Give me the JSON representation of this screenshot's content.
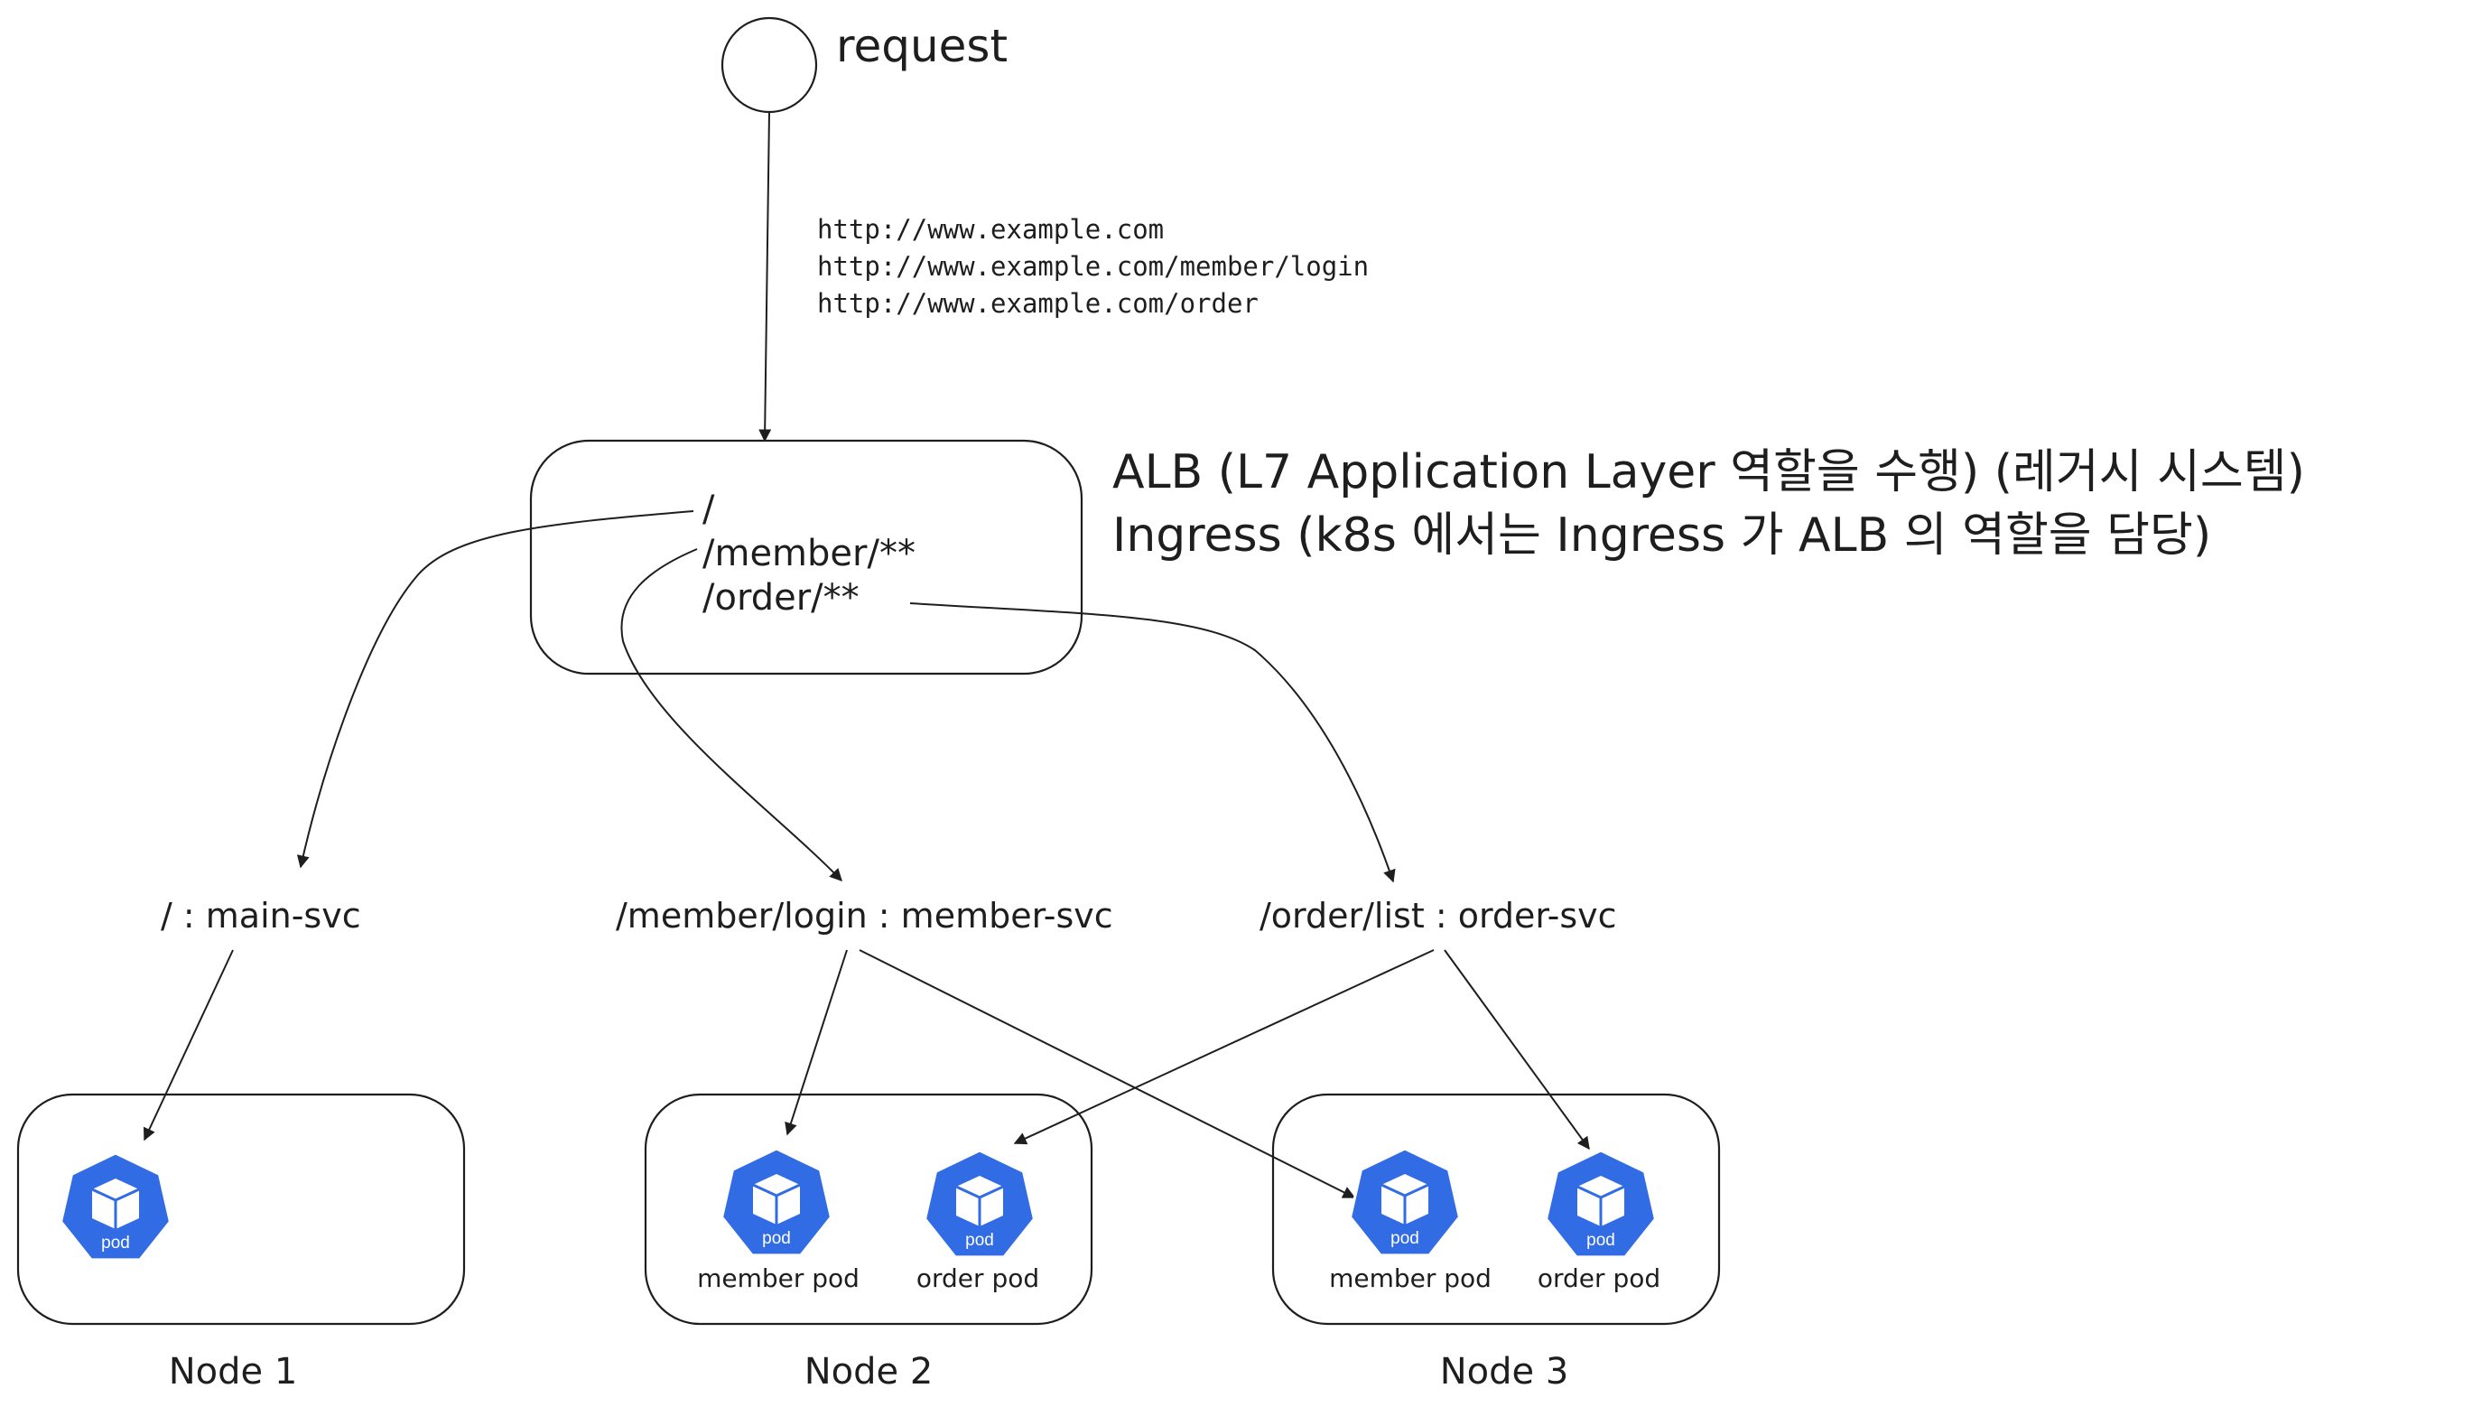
{
  "colors": {
    "stroke": "#1e1e1e",
    "pod_blue": "#326ce5",
    "background": "#ffffff"
  },
  "request": {
    "label": "request"
  },
  "urls": [
    "http://www.example.com",
    "http://www.example.com/member/login",
    "http://www.example.com/order"
  ],
  "alb": {
    "rules": [
      "/",
      "/member/**",
      "/order/**"
    ],
    "notes": [
      "ALB (L7 Application Layer 역할을 수행) (레거시 시스템)",
      "Ingress (k8s 에서는 Ingress 가 ALB 의 역할을 담당)"
    ]
  },
  "services": [
    {
      "label": "/ : main-svc"
    },
    {
      "label": "/member/login : member-svc"
    },
    {
      "label": "/order/list : order-svc"
    }
  ],
  "pod_icon": {
    "icon": "kubernetes-pod-icon",
    "text": "pod"
  },
  "nodes": [
    {
      "label": "Node 1",
      "pods": [
        {
          "caption": ""
        }
      ]
    },
    {
      "label": "Node 2",
      "pods": [
        {
          "caption": "member pod"
        },
        {
          "caption": "order pod"
        }
      ]
    },
    {
      "label": "Node 3",
      "pods": [
        {
          "caption": "member pod"
        },
        {
          "caption": "order pod"
        }
      ]
    }
  ]
}
